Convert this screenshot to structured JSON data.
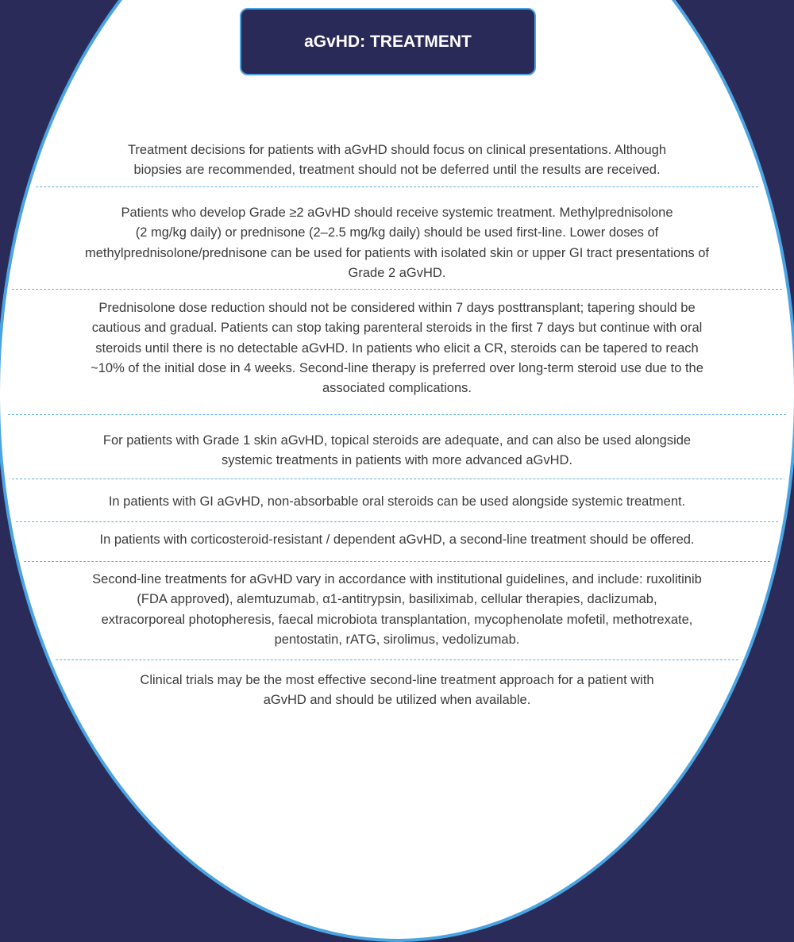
{
  "title": "aGvHD: TREATMENT",
  "colors": {
    "background": "#2a2b58",
    "accent": "#4ba4e2",
    "text": "#3b3b3b"
  },
  "paragraphs": [
    {
      "lines": [
        "Treatment decisions for patients with aGvHD should focus on clinical presentations. Although",
        "biopsies are recommended, treatment should not be deferred until the results are received."
      ]
    },
    {
      "lines": [
        "Patients who develop Grade ≥2 aGvHD should receive systemic treatment. Methylprednisolone",
        "(2 mg/kg daily) or prednisone (2–2.5 mg/kg daily) should be used first-line. Lower doses of",
        "methylprednisolone/prednisone can be used for patients with isolated skin or upper GI tract presentations of",
        "Grade 2 aGvHD."
      ]
    },
    {
      "lines": [
        "Prednisolone dose reduction should not be considered within 7 days posttransplant; tapering should be",
        "cautious and gradual. Patients can stop taking parenteral steroids in the first 7 days but continue with oral",
        "steroids until there is no detectable aGvHD. In patients who elicit a CR, steroids can be tapered to reach",
        "~10% of the initial dose in 4 weeks. Second-line therapy is preferred over long-term steroid use due to the",
        "associated complications."
      ]
    },
    {
      "lines": [
        "For patients with Grade 1 skin aGvHD, topical steroids are adequate, and can also be used alongside",
        "systemic treatments in patients with more advanced aGvHD."
      ]
    },
    {
      "lines": [
        "In patients with GI aGvHD, non-absorbable oral steroids can be used alongside systemic treatment."
      ]
    },
    {
      "lines": [
        "In patients with corticosteroid-resistant / dependent aGvHD, a second-line treatment should be offered."
      ]
    },
    {
      "lines": [
        "Second-line treatments for aGvHD vary in accordance with institutional guidelines, and include: ruxolitinib",
        "(FDA approved), alemtuzumab, α1-antitrypsin, basiliximab, cellular therapies, daclizumab,",
        "extracorporeal photopheresis, faecal microbiota transplantation, mycophenolate mofetil, methotrexate,",
        "pentostatin, rATG, sirolimus, vedolizumab."
      ]
    },
    {
      "lines": [
        "Clinical trials may be the most effective second-line treatment approach for a patient with",
        "aGvHD and should be utilized when available."
      ]
    }
  ]
}
